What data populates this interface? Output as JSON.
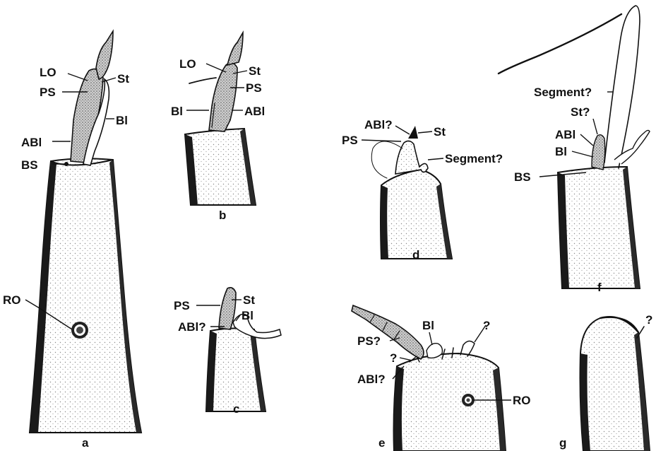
{
  "figure": {
    "panels": [
      "a",
      "b",
      "c",
      "d",
      "e",
      "f",
      "g"
    ],
    "labels": {
      "a": [
        "LO",
        "St",
        "PS",
        "Bl",
        "ABl",
        "BS",
        "RO"
      ],
      "b": [
        "LO",
        "St",
        "PS",
        "Bl",
        "ABl"
      ],
      "c": [
        "PS",
        "St",
        "Bl",
        "ABl?"
      ],
      "d": [
        "ABl?",
        "St",
        "PS",
        "Segment?"
      ],
      "e": [
        "PS?",
        "Bl",
        "?",
        "?",
        "ABl?",
        "RO"
      ],
      "f": [
        "Segment?",
        "St?",
        "ABl",
        "Bl",
        "BS"
      ],
      "g": [
        "?"
      ]
    }
  },
  "colors": {
    "ink": "#111111",
    "stipple": "#9a9a9a",
    "paper": "#ffffff"
  }
}
